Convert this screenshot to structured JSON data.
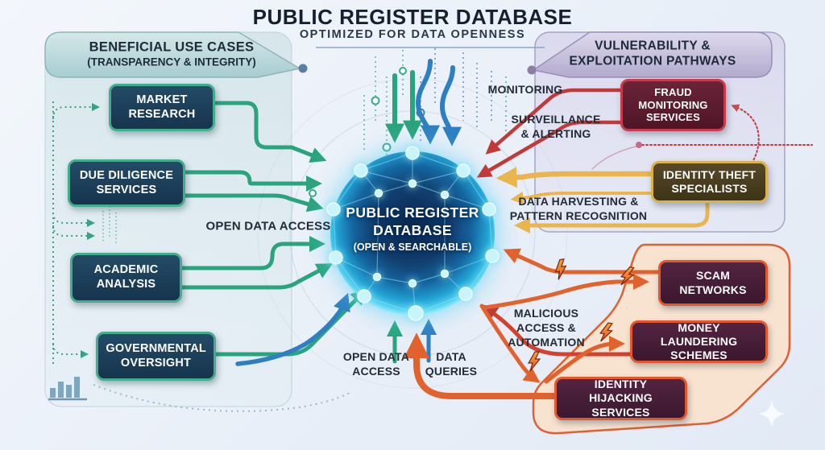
{
  "title": "PUBLIC REGISTER DATABASE",
  "subtitle": "OPTIMIZED FOR DATA OPENNESS",
  "left_panel": {
    "header_line1": "BENEFICIAL USE CASES",
    "header_line2": "(TRANSPARENCY & INTEGRITY)",
    "boxes": [
      {
        "label": "MARKET RESEARCH"
      },
      {
        "label": "DUE DILIGENCE SERVICES"
      },
      {
        "label": "ACADEMIC ANALYSIS"
      },
      {
        "label": "GOVERNMENTAL OVERSIGHT"
      }
    ],
    "flow_labels": {
      "open_data_access": "OPEN DATA ACCESS"
    }
  },
  "right_panel": {
    "header_line1": "VULNERABILITY &",
    "header_line2": "EXPLOITATION PATHWAYS",
    "boxes": [
      {
        "label": "FRAUD MONITORING SERVICES"
      },
      {
        "label": "IDENTITY THEFT SPECIALISTS"
      },
      {
        "label": "SCAM NETWORKS"
      },
      {
        "label": "MONEY LAUNDERING SCHEMES"
      },
      {
        "label": "IDENTITY HIJACKING SERVICES"
      }
    ],
    "flow_labels": {
      "monitoring": "MONITORING",
      "surveillance": "SURVEILLANCE\n& ALERTING",
      "data_harvesting": "DATA HARVESTING &\nPATTERN RECOGNITION",
      "malicious": "MALICIOUS\nACCESS &\nAUTOMATION"
    }
  },
  "center": {
    "line1": "PUBLIC REGISTER",
    "line2": "DATABASE",
    "line3": "(OPEN & SEARCHABLE)"
  },
  "bottom_labels": {
    "open_data_access": "OPEN DATA\nACCESS",
    "data_queries": "DATA\nQUERIES"
  },
  "colors": {
    "benign_green": "#2aa47c",
    "benign_blue": "#2d7fc1",
    "threat_red": "#c03a3a",
    "threat_yellow": "#eab54e",
    "threat_orange": "#e2622d",
    "navy_box": "#1c3a54",
    "maroon_box": "#5a1f33",
    "olive_box": "#4a3d20",
    "plum_box": "#471f35",
    "panel_teal": "#cde2e4",
    "panel_purple": "#cfc9e4",
    "sphere_core": "#123e6e",
    "sphere_rim": "#56d2f0"
  },
  "icons": [
    {
      "name": "lightning-bolt-icon"
    },
    {
      "name": "bar-chart-icon"
    },
    {
      "name": "sparkle-icon"
    },
    {
      "name": "network-sphere"
    }
  ]
}
